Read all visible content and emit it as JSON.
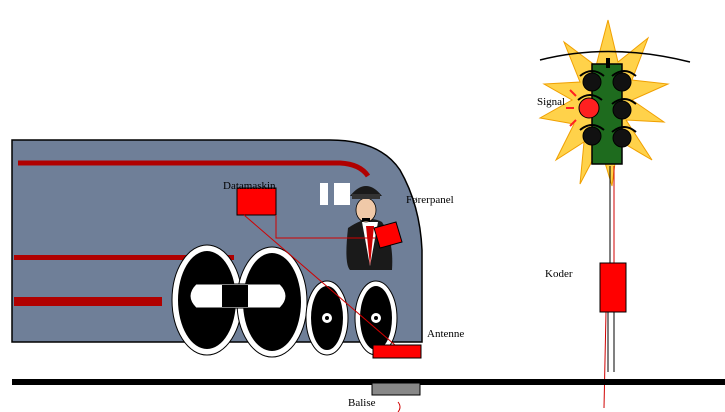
{
  "labels": {
    "signal": "Signal",
    "datamaskin": "Datamaskin",
    "forerpanel": "Førerpanel",
    "koder": "Koder",
    "antenne": "Antenne",
    "balise": "Balise"
  },
  "colors": {
    "train_body": "#6f7f98",
    "train_stripe": "#b00000",
    "component_red": "#ff0000",
    "wire_red": "#d00000",
    "rail": "#000000",
    "balise": "#888888",
    "signal_housing": "#1e6b1e",
    "signal_glow": "#ffd24a",
    "lamp_red": "#ff2020",
    "lamp_dark": "#111111",
    "driver_uniform": "#1a1a1a"
  },
  "icons": {
    "train": "train-icon",
    "driver": "driver-icon",
    "signal": "traffic-signal-icon"
  }
}
